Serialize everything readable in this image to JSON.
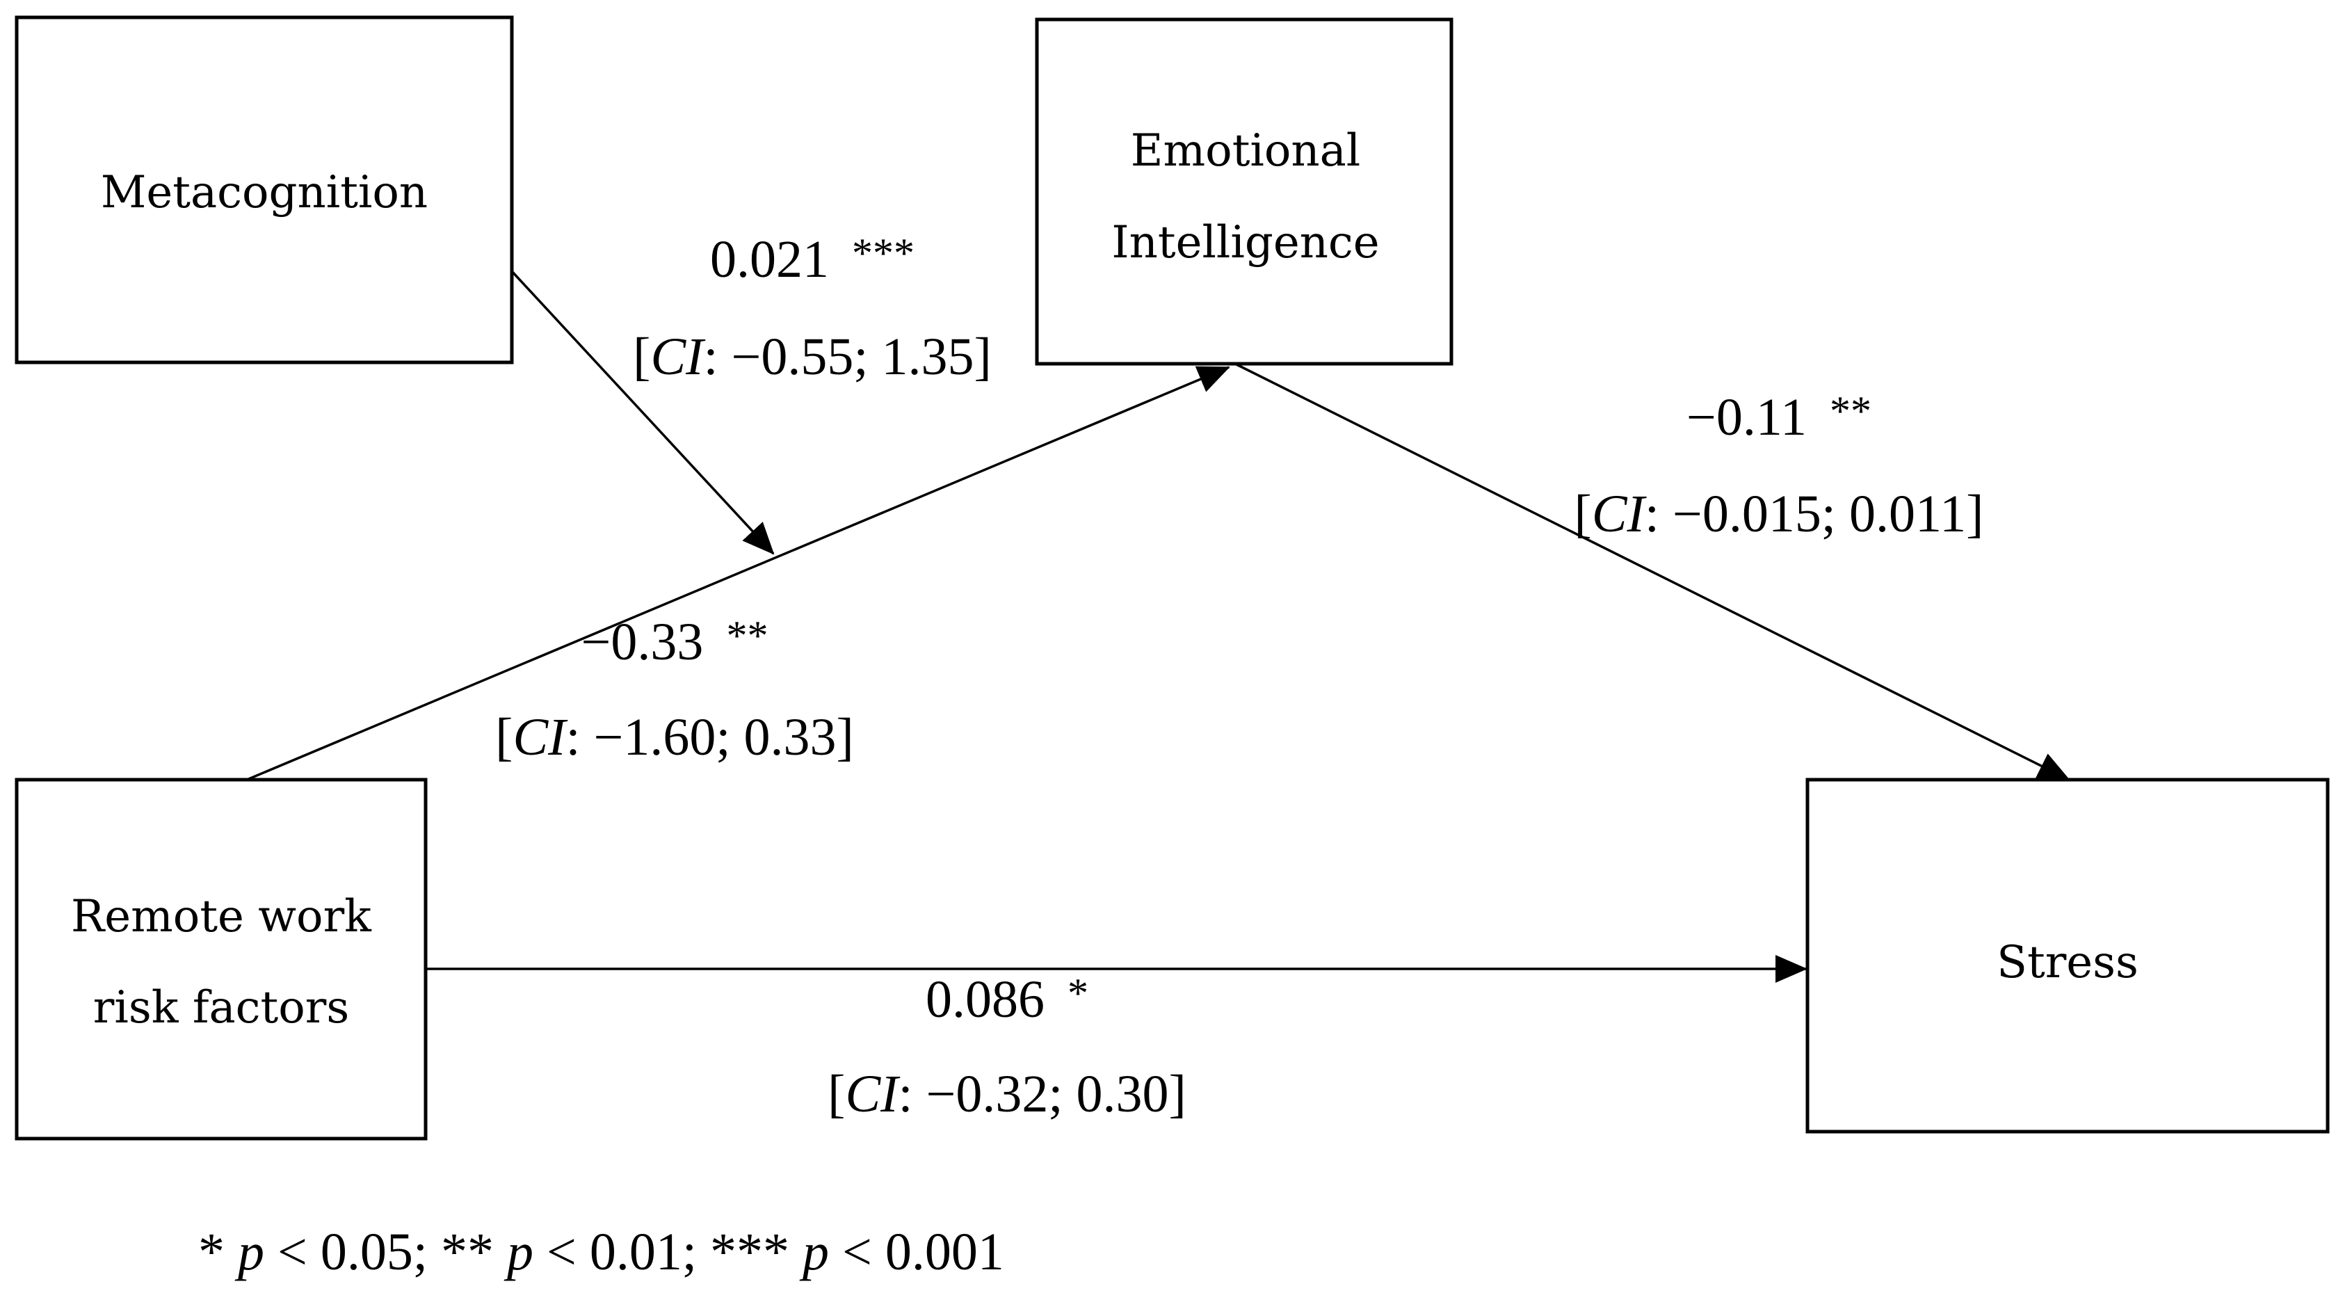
{
  "nodes": {
    "metacognition": {
      "lines": [
        "Metacognition"
      ]
    },
    "emotional_intelligence": {
      "lines": [
        "Emotional",
        "Intelligence"
      ]
    },
    "remote_work": {
      "lines": [
        "Remote work",
        "risk factors"
      ]
    },
    "stress": {
      "lines": [
        "Stress"
      ]
    }
  },
  "paths": {
    "moderation": {
      "coef": "0.021",
      "sig": "***",
      "ci_open": "[",
      "ci_label": "CI",
      "ci_values": ": −0.55; 1.35]"
    },
    "a_path": {
      "coef": "−0.33",
      "sig": "**",
      "ci_open": "[",
      "ci_label": "CI",
      "ci_values": ": −1.60; 0.33]"
    },
    "b_path": {
      "coef": "−0.11",
      "sig": "**",
      "ci_open": "[",
      "ci_label": "CI",
      "ci_values": ": −0.015; 0.011]"
    },
    "c_path": {
      "coef": "0.086",
      "sig": "*",
      "ci_open": "[",
      "ci_label": "CI",
      "ci_values": ": −0.32; 0.30]"
    }
  },
  "footnote": {
    "s1": "* ",
    "p1": "p",
    "t1": " < 0.05; ** ",
    "p2": "p",
    "t2": " < 0.01; *** ",
    "p3": "p",
    "t3": " < 0.001"
  }
}
